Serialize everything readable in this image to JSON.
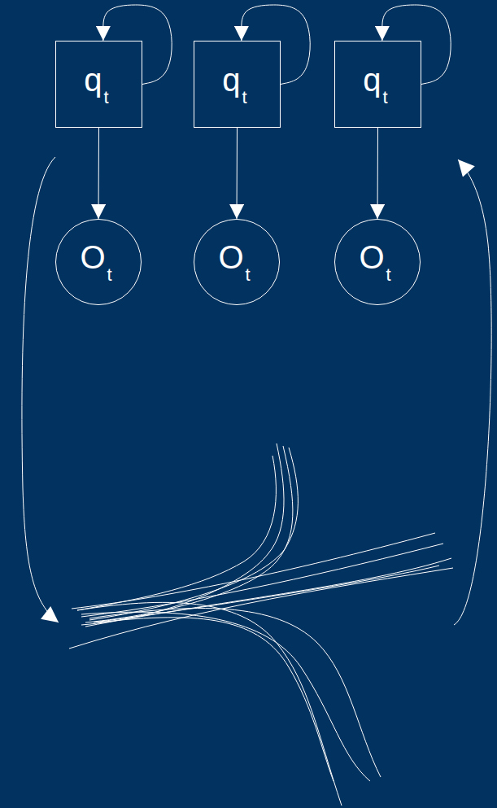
{
  "diagram": {
    "nodes": [
      {
        "text": [
          "q",
          "t"
        ]
      },
      {
        "text": [
          "q",
          "t"
        ]
      },
      {
        "text": [
          "q",
          "t"
        ]
      },
      {
        "text": [
          "O",
          "t"
        ]
      },
      {
        "text": [
          "O",
          "t"
        ]
      },
      {
        "text": [
          "O",
          "t"
        ]
      }
    ],
    "edges": [
      {
        "from": 0,
        "to": 0,
        "arrow": "to"
      },
      {
        "from": 1,
        "to": 1,
        "arrow": "to"
      },
      {
        "from": 2,
        "to": 2,
        "arrow": "to"
      },
      {
        "from": 0,
        "to": 3,
        "arrow": "to"
      },
      {
        "from": 1,
        "to": 4,
        "arrow": "to"
      },
      {
        "from": 2,
        "to": 5,
        "arrow": "to"
      }
    ]
  }
}
